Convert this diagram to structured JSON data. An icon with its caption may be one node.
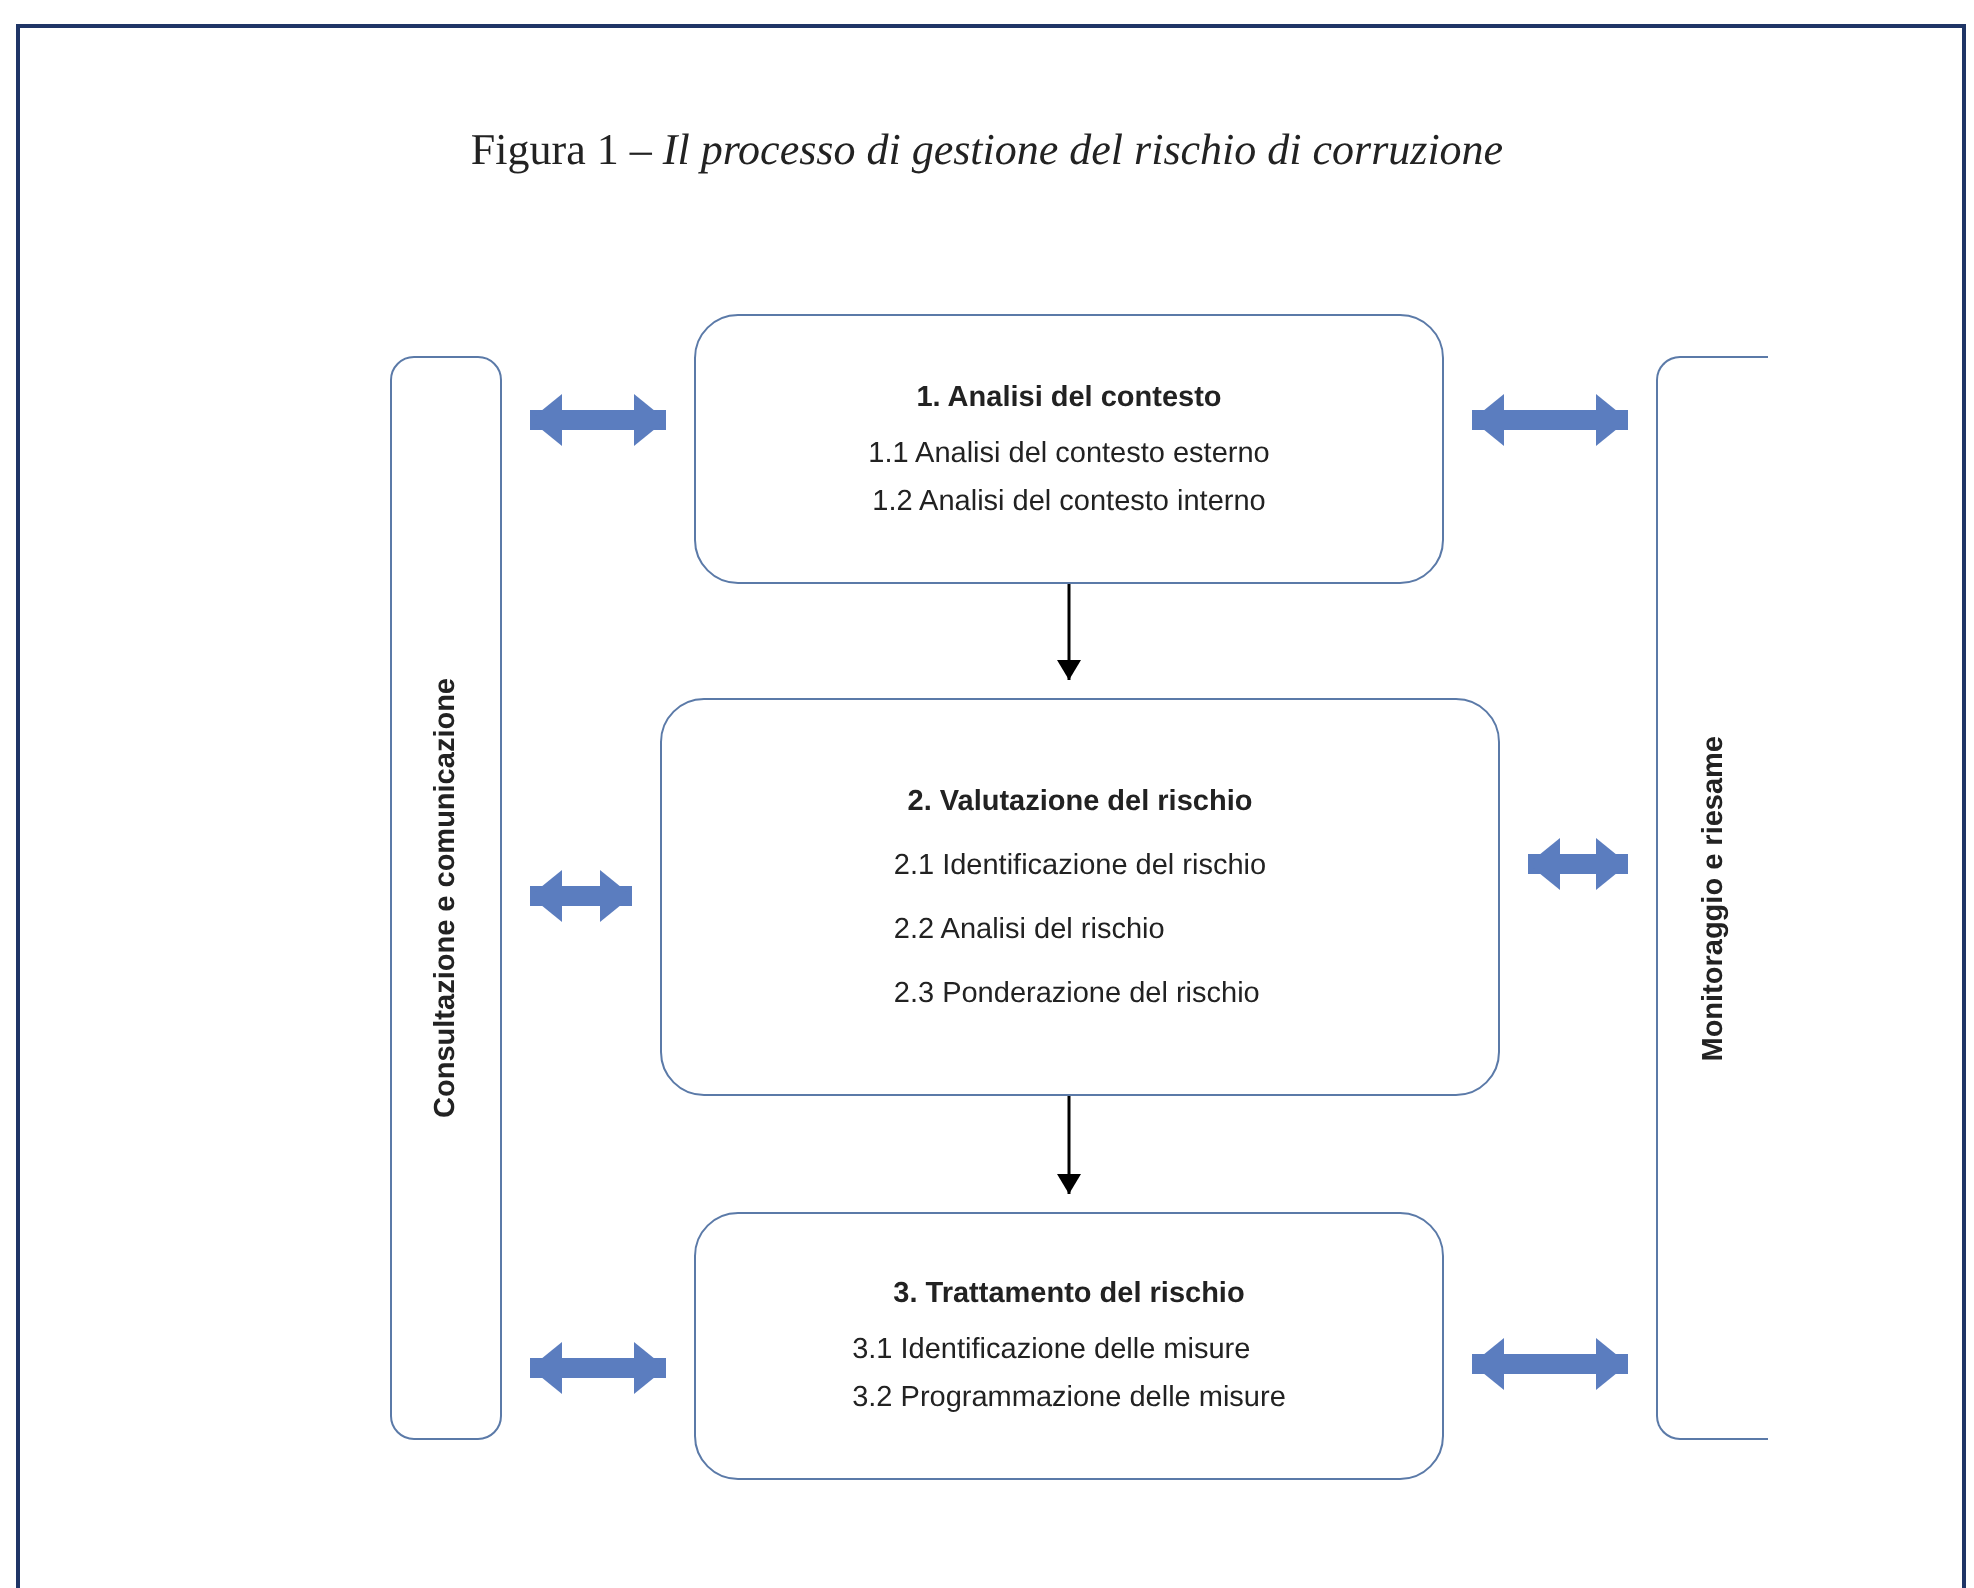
{
  "diagram": {
    "title": "Figura 1 – *Il processo di gestione del rischio di corruzione*",
    "nodes": [
      {
        "text": [
          "Consultazione e comunicazione"
        ]
      },
      {
        "text": [
          "1. Analisi del contesto",
          "1.1 Analisi del contesto esterno",
          "1.2 Analisi del contesto interno"
        ]
      },
      {
        "text": [
          "2. Valutazione del rischio",
          "2.1 Identificazione del rischio",
          "2.2 Analisi del rischio",
          "2.3 Ponderazione del rischio"
        ]
      },
      {
        "text": [
          "3. Trattamento del rischio",
          "3.1 Identificazione delle misure",
          "3.2 Programmazione delle misure"
        ]
      },
      {
        "text": [
          "Monitoraggio e riesame"
        ]
      }
    ],
    "edges": [
      {
        "from": 1,
        "to": 2,
        "arrow": "to",
        "color": "#000000"
      },
      {
        "from": 2,
        "to": 3,
        "arrow": "to",
        "color": "#000000"
      },
      {
        "from": 0,
        "to": 1,
        "arrow": "both"
      },
      {
        "from": 0,
        "to": 2,
        "arrow": "both"
      },
      {
        "from": 0,
        "to": 3,
        "arrow": "both"
      },
      {
        "from": 1,
        "to": 4,
        "arrow": "both"
      },
      {
        "from": 2,
        "to": 4,
        "arrow": "both"
      },
      {
        "from": 3,
        "to": 4,
        "arrow": "both"
      }
    ]
  }
}
